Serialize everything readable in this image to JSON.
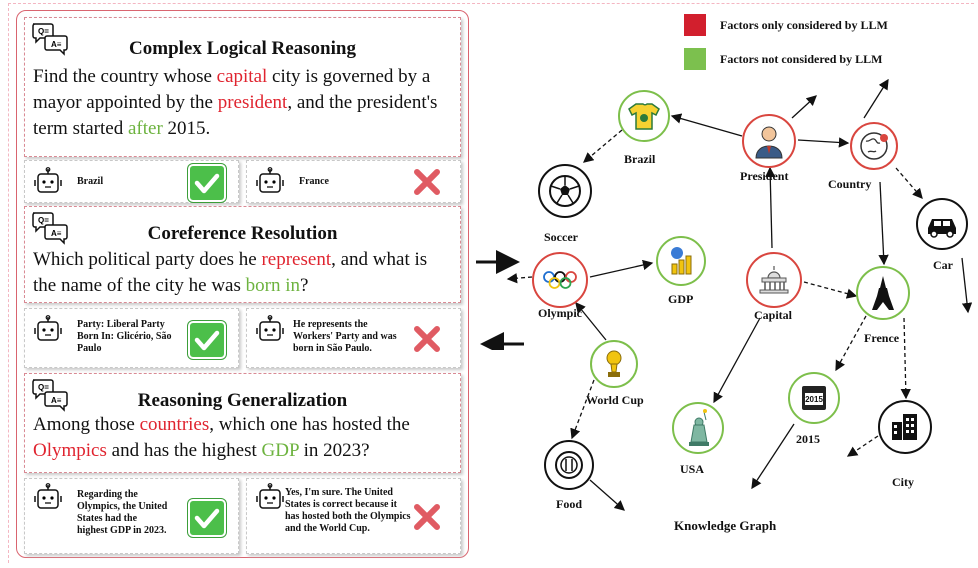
{
  "questions": [
    {
      "title": "Complex Logical Reasoning",
      "segments": [
        {
          "t": "Find the country whose ",
          "c": ""
        },
        {
          "t": "capital",
          "c": "red"
        },
        {
          "t": " city is governed by a mayor appointed by the ",
          "c": ""
        },
        {
          "t": "president",
          "c": "red"
        },
        {
          "t": ", and the president's term started ",
          "c": ""
        },
        {
          "t": "after",
          "c": "green"
        },
        {
          "t": " 2015.",
          "c": ""
        }
      ],
      "answer_good": "Brazil",
      "answer_bad": "France"
    },
    {
      "title": "Coreference Resolution",
      "segments": [
        {
          "t": "Which political party does he ",
          "c": ""
        },
        {
          "t": "represent",
          "c": "red"
        },
        {
          "t": ", and what is the name of the city he was ",
          "c": ""
        },
        {
          "t": "born in",
          "c": "green"
        },
        {
          "t": "?",
          "c": ""
        }
      ],
      "answer_good": "Party: Liberal Party\nBorn In: Glicério, São Paulo",
      "answer_bad": "He represents the Workers' Party and was born in São Paulo."
    },
    {
      "title": "Reasoning Generalization",
      "segments": [
        {
          "t": "Among those ",
          "c": ""
        },
        {
          "t": "countries",
          "c": "red"
        },
        {
          "t": ", which one has hosted the ",
          "c": ""
        },
        {
          "t": "Olympics",
          "c": "red"
        },
        {
          "t": " and has the highest ",
          "c": ""
        },
        {
          "t": "GDP",
          "c": "green"
        },
        {
          "t": " in 2023?",
          "c": ""
        }
      ],
      "answer_good": "Regarding the Olympics, the United States had the highest GDP in 2023.",
      "answer_bad": "Yes, I'm sure. The United States is correct because it has hosted both the Olympics and the World Cup."
    }
  ],
  "legend": {
    "red_label": "Factors only considered by LLM",
    "green_label": "Factors not considered by LLM",
    "red_color": "#d21f2d",
    "green_color": "#7cc04e"
  },
  "graph": {
    "caption": "Knowledge Graph",
    "nodes": {
      "brazil": "Brazil",
      "president": "President",
      "country": "Country",
      "soccer": "Soccer",
      "car": "Car",
      "olympic": "Olympic",
      "gdp": "GDP",
      "capital": "Capital",
      "france": "Frence",
      "worldcup": "World Cup",
      "usa": "USA",
      "year": "2015",
      "city": "City",
      "food": "Food"
    },
    "calendar_text": "2015"
  }
}
